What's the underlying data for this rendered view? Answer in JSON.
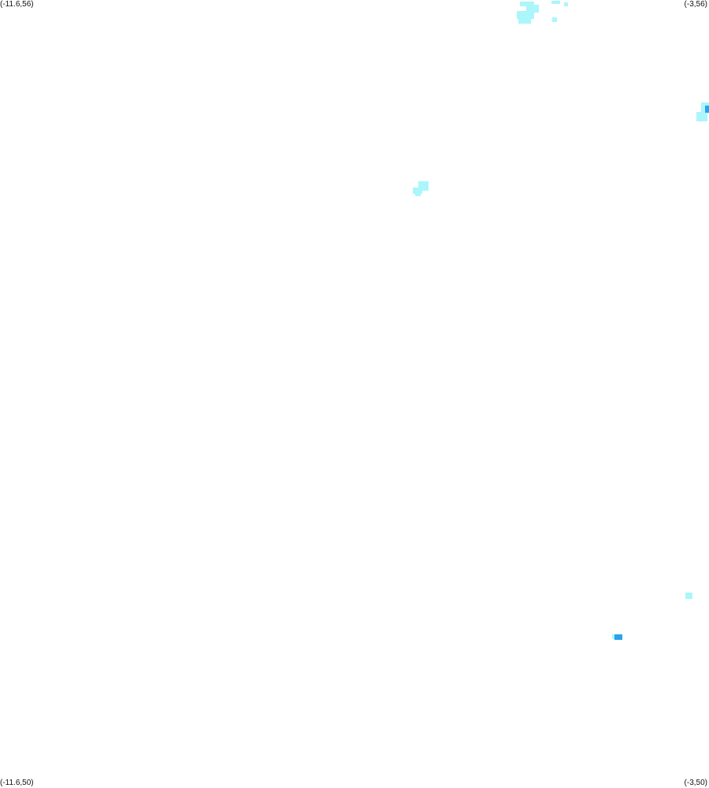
{
  "map": {
    "corners": {
      "top_left": "(-11.6,56)",
      "top_right": "(-3,56)",
      "bottom_left": "(-11.6,50)",
      "bottom_right": "(-3,50)"
    },
    "colors": {
      "background": "#ffffff",
      "low": "#aaf6fb",
      "mid": "#7eeef6",
      "high": "#29a3eb"
    },
    "intensity_levels": [
      "low",
      "mid",
      "high"
    ]
  }
}
